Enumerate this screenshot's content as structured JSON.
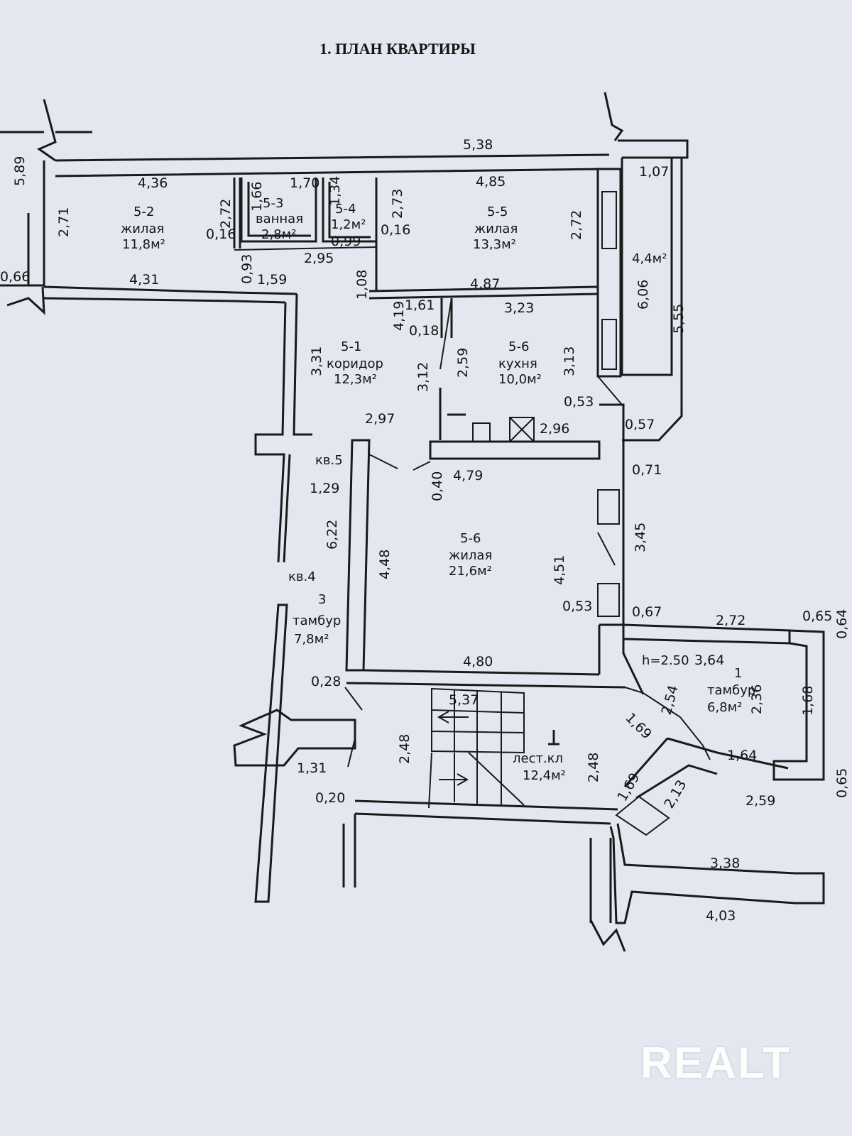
{
  "title": "1. ПЛАН КВАРТИРЫ",
  "watermark": "REALT",
  "rooms": [
    {
      "id": "5-2",
      "type": "жилая",
      "area": "11,8м²"
    },
    {
      "id": "5-3",
      "type": "ванная",
      "area": "2,8м²"
    },
    {
      "id": "5-4",
      "type": "",
      "area": "1,2м²"
    },
    {
      "id": "5-5",
      "type": "жилая",
      "area": "13,3м²"
    },
    {
      "id": "5-1",
      "type": "коридор",
      "area": "12,3м²"
    },
    {
      "id": "5-6",
      "type": "кухня",
      "area": "10,0м²"
    },
    {
      "id": "5-6",
      "type": "жилая",
      "area": "21,6м²"
    },
    {
      "id": "3",
      "type": "тамбур",
      "area": "7,8м²"
    },
    {
      "id": "1",
      "type": "тамбур",
      "area": "6,8м²"
    },
    {
      "id": "",
      "type": "лест.кл",
      "area": "12,4м²"
    }
  ],
  "notes": {
    "apt5": "кв.5",
    "apt4": "кв.4",
    "height": "h=2.50",
    "balcony": "4,4м²"
  },
  "dimensions": {
    "d1": "5,38",
    "d2": "5,89",
    "d3": "4,36",
    "d4": "1,70",
    "d5": "4,85",
    "d6": "1,07",
    "d7": "2,71",
    "d8": "2,72",
    "d9": "1,66",
    "d10": "1,34",
    "d11": "2,73",
    "d12": "2,72",
    "d13": "0,16",
    "d14": "0,99",
    "d15": "0,16",
    "d16": "2,95",
    "d17": "0,93",
    "d18": "1,59",
    "d19": "0,66",
    "d20": "4,31",
    "d21": "1,08",
    "d22": "4,87",
    "d23": "6,06",
    "d24": "5,55",
    "d25": "4,19",
    "d26": "1,61",
    "d27": "3,23",
    "d28": "0,18",
    "d29": "3,31",
    "d30": "2,59",
    "d31": "3,13",
    "d32": "3,12",
    "d33": "0,53",
    "d34": "2,97",
    "d35": "2,96",
    "d36": "0,57",
    "d37": "0,40",
    "d38": "4,79",
    "d39": "0,71",
    "d40": "1,29",
    "d41": "6,22",
    "d42": "4,48",
    "d43": "4,51",
    "d44": "3,45",
    "d45": "0,53",
    "d46": "0,67",
    "d47": "2,72",
    "d48": "0,65",
    "d49": "0,64",
    "d50": "4,80",
    "d51": "3,64",
    "d52": "2,36",
    "d53": "1,68",
    "d54": "0,28",
    "d55": "5,37",
    "d56": "2,54",
    "d57": "1,69",
    "d58": "2,48",
    "d59": "2,48",
    "d60": "1,64",
    "d61": "1,31",
    "d62": "0,65",
    "d63": "1,69",
    "d64": "2,59",
    "d65": "2,13",
    "d66": "0,20",
    "d67": "3,38",
    "d68": "4,03"
  }
}
